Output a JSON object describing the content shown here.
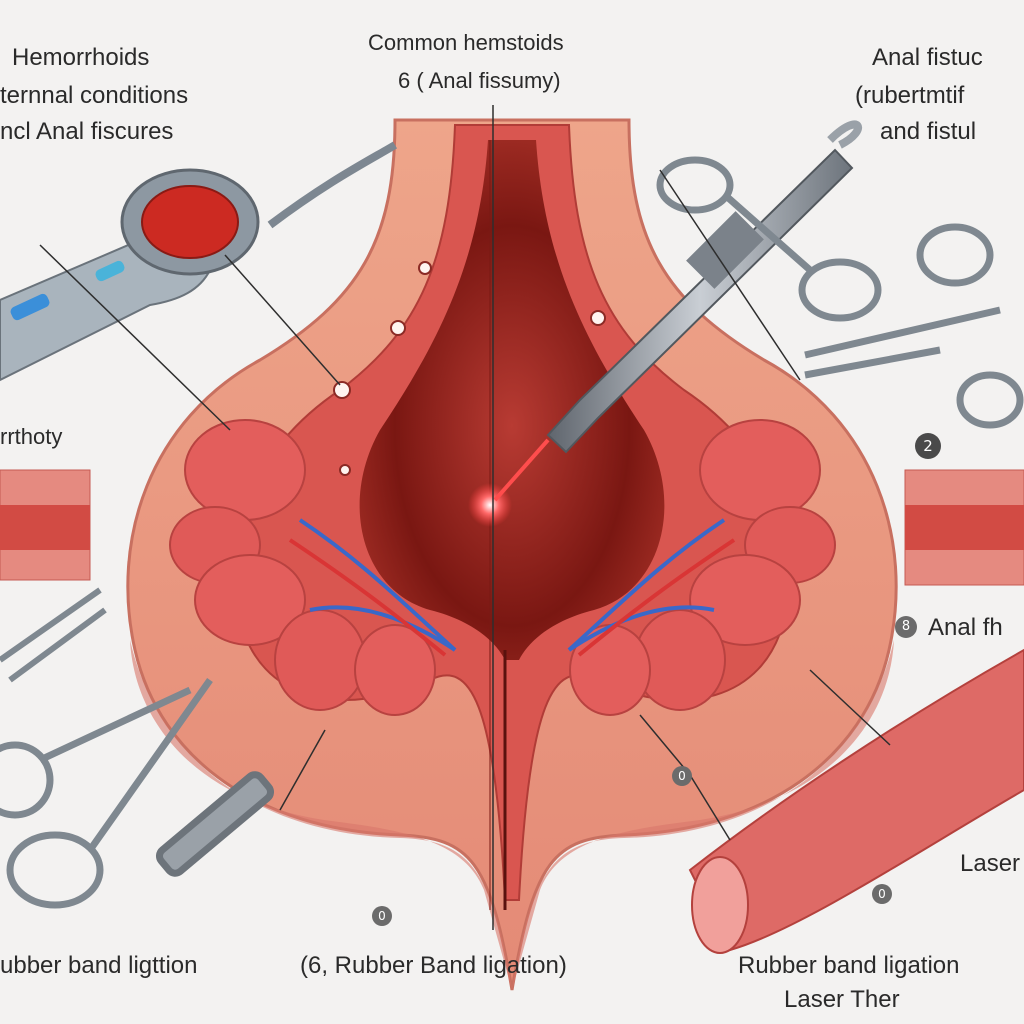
{
  "labels": {
    "top_left_1": "Hemorrhoids",
    "top_left_2": "ternnal conditions",
    "top_left_3": "ncl Anal fiscures",
    "top_center_1": "Common hemstoids",
    "top_center_2": "6 ( Anal fissumy)",
    "top_right_1": "Anal fistuc",
    "top_right_2": "(rubertmtif",
    "top_right_3": "and fistul",
    "left_mid": "rrthoty",
    "right_mid": "Anal fh",
    "right_lower": "Laser",
    "bottom_left": "ubber band ligttion",
    "bottom_center": "(6, Rubber Band ligation)",
    "bottom_right_1": "Rubber band ligation",
    "bottom_right_2": "Laser Ther"
  },
  "markers": {
    "right_mid_num": "2",
    "right_mid_small": "8",
    "bottom_center_num": "0",
    "right_lower_num": "0",
    "center_num": "0"
  },
  "colors": {
    "tissue": "#e98b7e",
    "tissue_dark": "#c94a45",
    "muscle": "#d9605e",
    "vein_blue": "#3a68c9",
    "artery_red": "#d93535",
    "instrument": "#8c9299",
    "background": "#f3f2f1"
  }
}
